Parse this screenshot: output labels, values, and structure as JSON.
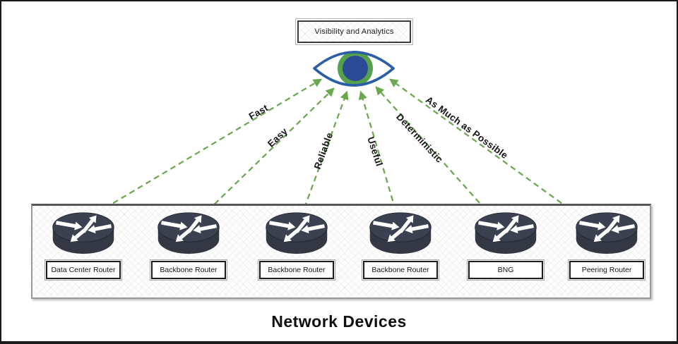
{
  "header": {
    "label": "Visibility and Analytics"
  },
  "eye": {
    "icon": "eye-icon"
  },
  "arrows": [
    {
      "label": "Fast"
    },
    {
      "label": "Easy"
    },
    {
      "label": "Reliable"
    },
    {
      "label": "Useful"
    },
    {
      "label": "Deterministic"
    },
    {
      "label": "As Much as Possible"
    }
  ],
  "devices": [
    {
      "label": "Data Center Router",
      "icon": "router-icon"
    },
    {
      "label": "Backbone Router",
      "icon": "router-icon"
    },
    {
      "label": "Backbone Router",
      "icon": "router-icon"
    },
    {
      "label": "Backbone Router",
      "icon": "router-icon"
    },
    {
      "label": "BNG",
      "icon": "router-icon"
    },
    {
      "label": "Peering Router",
      "icon": "router-icon"
    }
  ],
  "footer": {
    "title": "Network Devices"
  },
  "colors": {
    "arrow_green": "#6aa84f",
    "eye_outline": "#2a5fa8",
    "eye_iris_ring": "#55a04e",
    "eye_pupil": "#2b4a96",
    "router_body": "#363c48"
  }
}
